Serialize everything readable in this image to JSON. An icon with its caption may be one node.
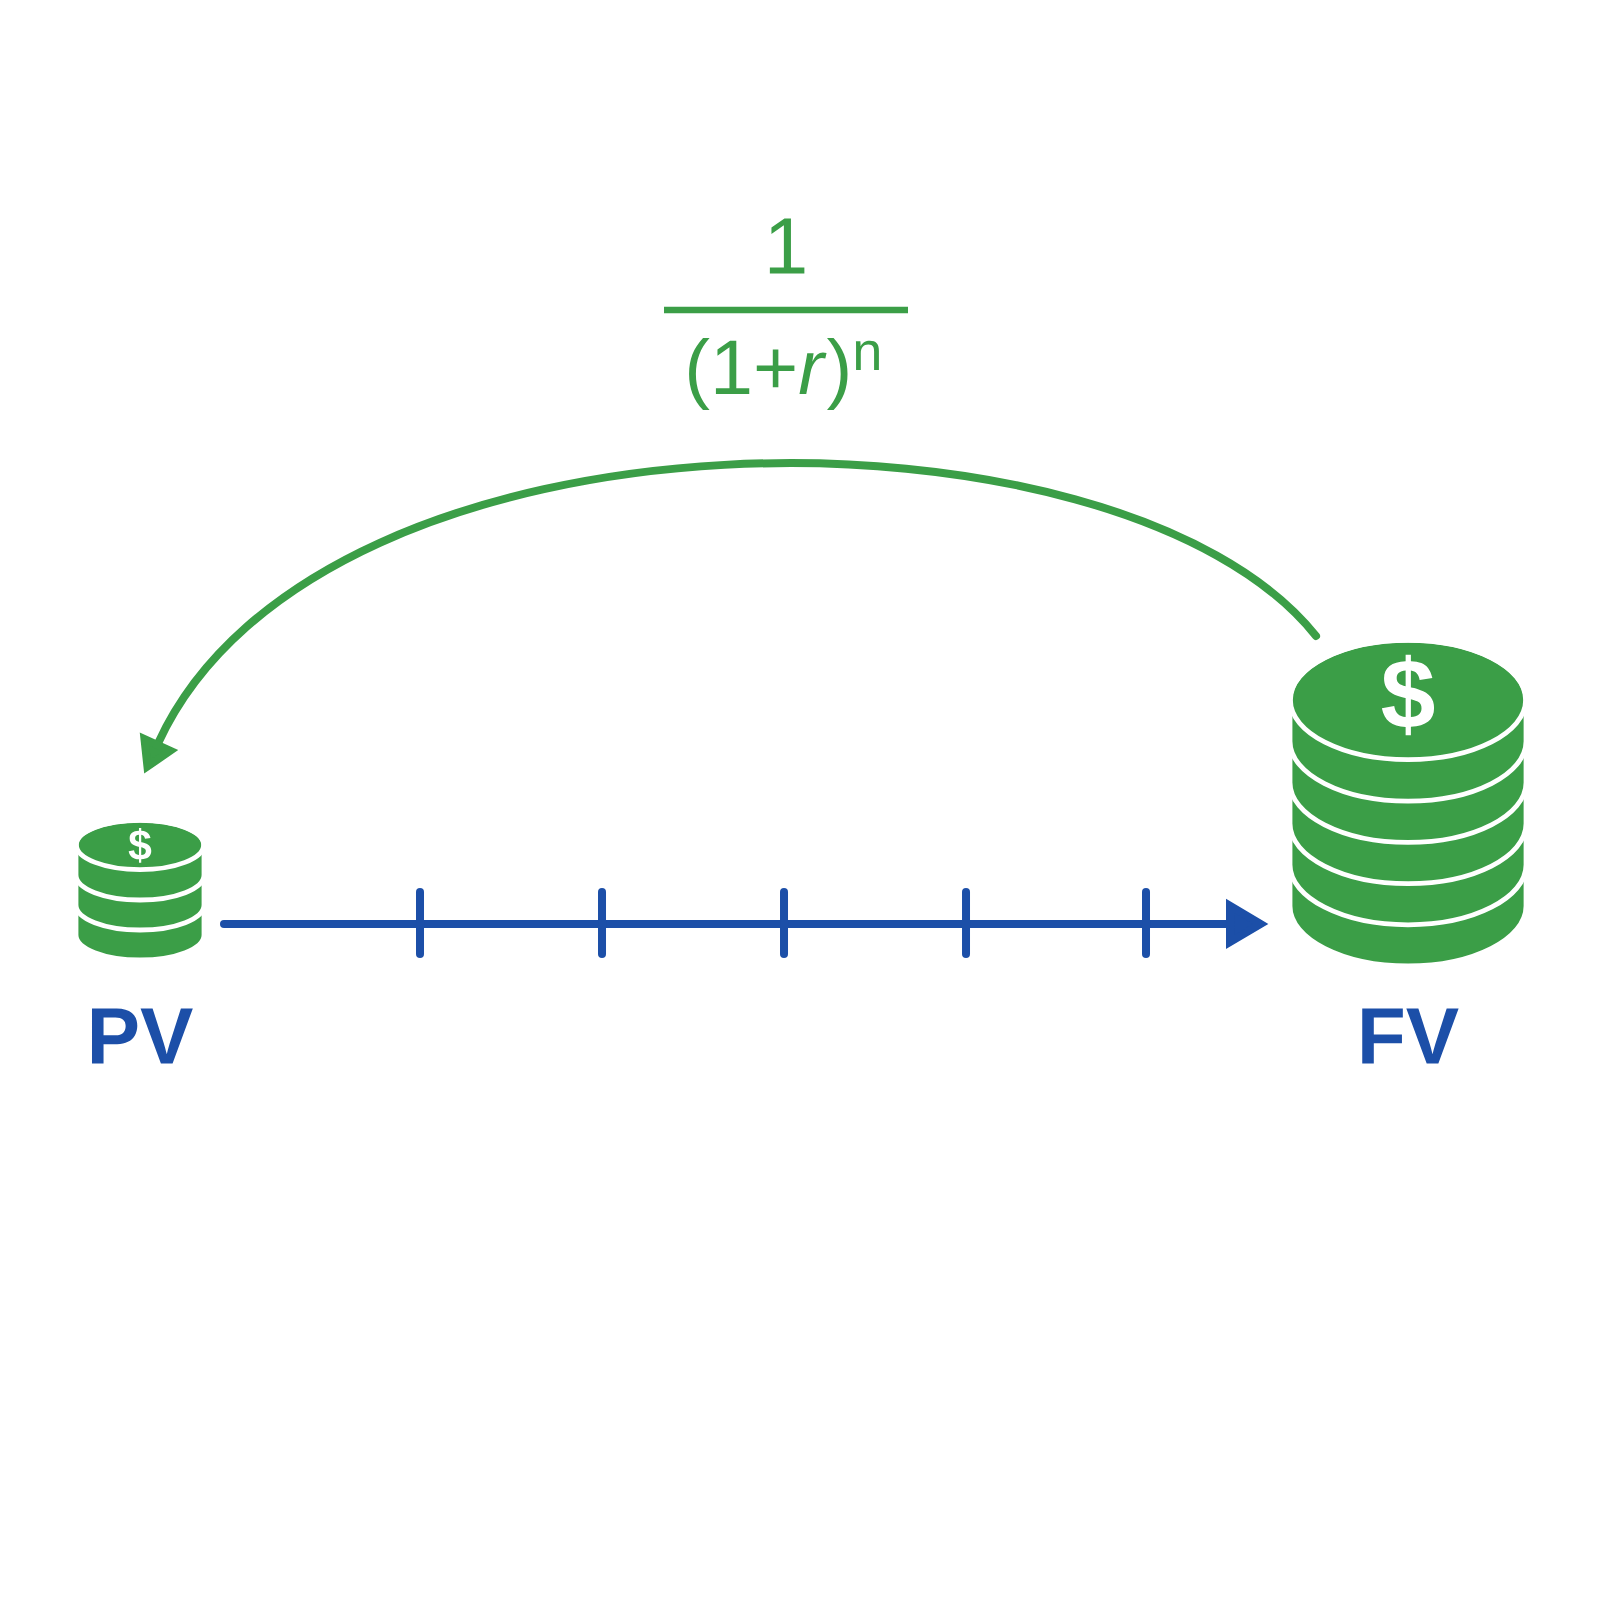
{
  "diagram": {
    "nodes": [
      {
        "text": [
          "$"
        ],
        "beside": [
          "PV"
        ]
      },
      {
        "text": [
          "$"
        ],
        "beside": [
          "FV"
        ]
      }
    ],
    "edges": [
      {
        "from": 0,
        "to": 1,
        "arrow": "to",
        "color": "#1c4fa8"
      },
      {
        "from": 1,
        "to": 0,
        "arrow": "to",
        "label": "1",
        "color": "#3b9e47"
      }
    ],
    "labels": [
      "(1+*r*)$^{n}$"
    ]
  }
}
